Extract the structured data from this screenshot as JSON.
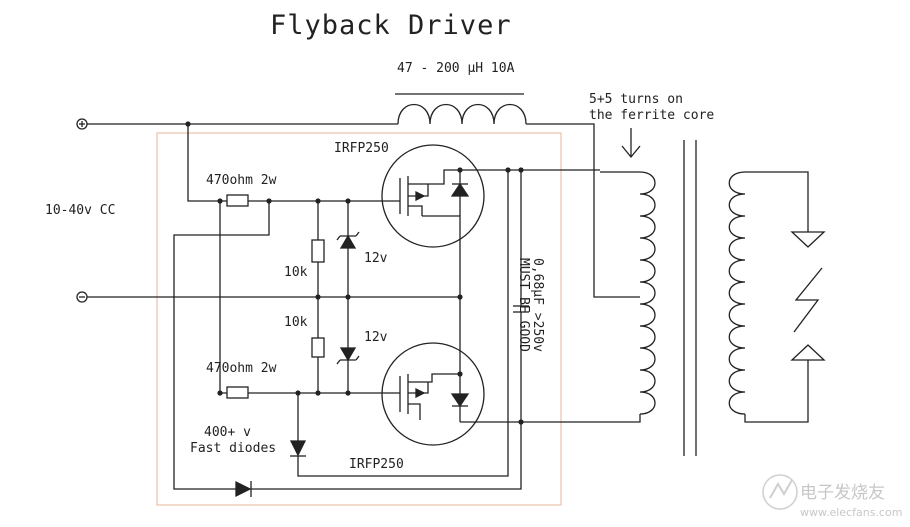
{
  "diagram": {
    "title": "Flyback Driver",
    "labels": {
      "inductor": "47 - 200 µH 10A",
      "turns": "5+5 turns on",
      "core": "the ferrite core",
      "mosfet_top": "IRFP250",
      "mosfet_bottom": "IRFP250",
      "resistor_gate_top": "470ohm 2w",
      "resistor_gate_bottom": "470ohm 2w",
      "supply": "10-40v CC",
      "pulldown_top": "10k",
      "pulldown_bottom": "10k",
      "zener_top": "12v",
      "zener_bottom": "12v",
      "capacitor": "0,68µF >250v",
      "capacitor_note": "MUST BE GOOD",
      "diodes_voltage": "400+ v",
      "diodes_type": "Fast diodes"
    },
    "terminals": {
      "positive": "+",
      "negative": "−"
    }
  },
  "watermark": {
    "text": "电子发烧友",
    "url": "www.elecfans.com"
  },
  "colors": {
    "line": "#222222",
    "border": "#e8b49a",
    "watermark": "#c7c7c7"
  }
}
